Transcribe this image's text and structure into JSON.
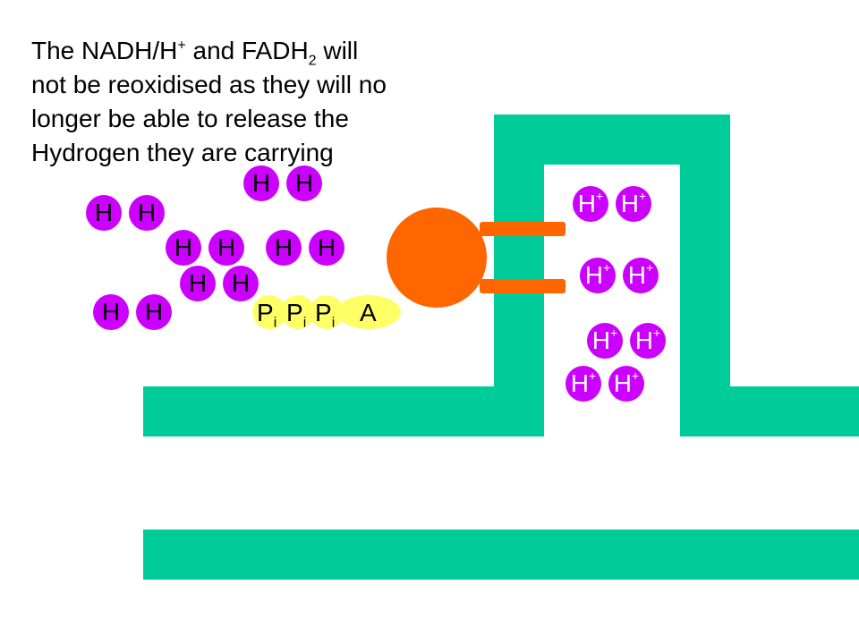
{
  "caption": {
    "line1_a": "The NADH/H",
    "line1_plus": "+",
    "line1_b": " and FADH",
    "line1_sub": "2",
    "line1_c": " will",
    "line2": "not be reoxidised as they will no",
    "line3": "longer be able to release the",
    "line4": "Hydrogen they are carrying"
  },
  "hydrogen_label": "H",
  "proton": {
    "base": "H",
    "charge": "+"
  },
  "atp": {
    "p": "P",
    "i": "i",
    "a": "A"
  },
  "colors": {
    "membrane": "#00cc99",
    "synthase": "#ff6600",
    "hydrogen": "#cc00ff",
    "phosphate": "#ffff66"
  }
}
